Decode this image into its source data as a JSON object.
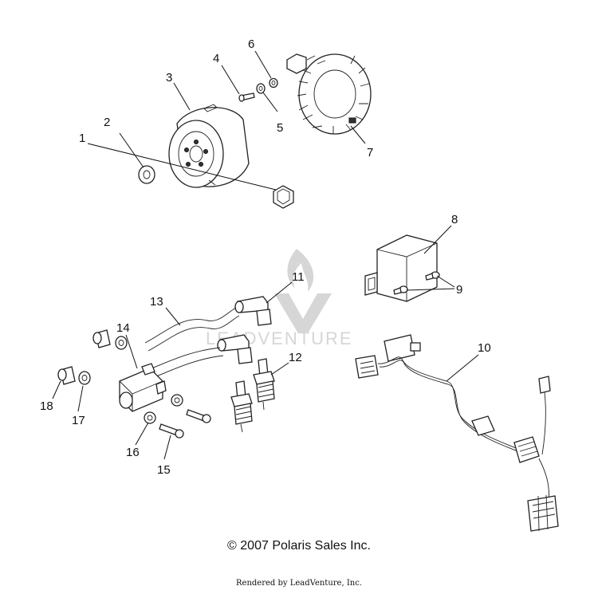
{
  "callouts": [
    {
      "id": "1",
      "text": "1"
    },
    {
      "id": "2",
      "text": "2"
    },
    {
      "id": "3",
      "text": "3"
    },
    {
      "id": "4",
      "text": "4"
    },
    {
      "id": "5",
      "text": "5"
    },
    {
      "id": "6",
      "text": "6"
    },
    {
      "id": "7",
      "text": "7"
    },
    {
      "id": "8",
      "text": "8"
    },
    {
      "id": "9",
      "text": "9"
    },
    {
      "id": "10",
      "text": "10"
    },
    {
      "id": "11",
      "text": "11"
    },
    {
      "id": "12",
      "text": "12"
    },
    {
      "id": "13",
      "text": "13"
    },
    {
      "id": "14",
      "text": "14"
    },
    {
      "id": "15",
      "text": "15"
    },
    {
      "id": "16",
      "text": "16"
    },
    {
      "id": "17",
      "text": "17"
    },
    {
      "id": "18",
      "text": "18"
    }
  ],
  "watermark": {
    "text": "LEADVENTURE"
  },
  "footer": {
    "copyright": "© 2007 Polaris Sales Inc.",
    "rendered_by": "Rendered by LeadVenture, Inc."
  }
}
